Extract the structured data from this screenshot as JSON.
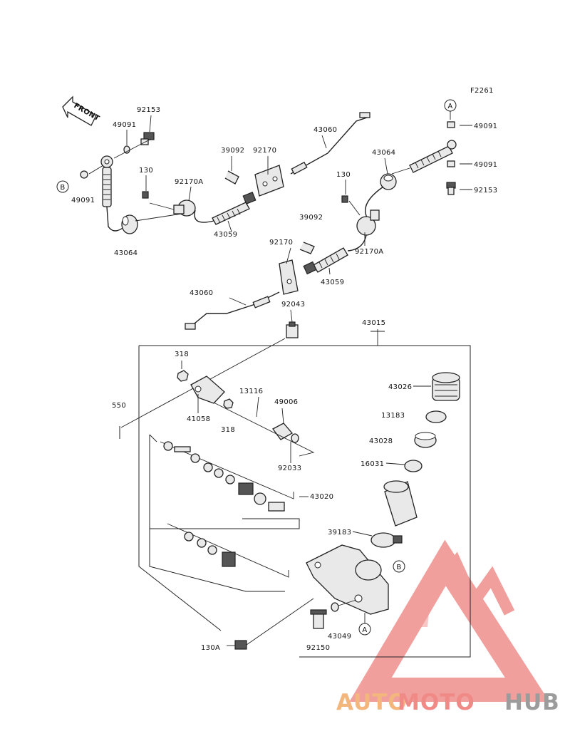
{
  "diagram_code": "F2261",
  "front_label": "FRONT",
  "callouts": {
    "a": "A",
    "b": "B"
  },
  "part_numbers": {
    "p92153_top": "92153",
    "p49091_top": "49091",
    "p49091_left": "49091",
    "p130_left": "130",
    "p92170A_left": "92170A",
    "p39092_top": "39092",
    "p92170_top": "92170",
    "p43060_top": "43060",
    "p43064_right": "43064",
    "p130_right": "130",
    "p49091_r1": "49091",
    "p49091_r2": "49091",
    "p92153_right": "92153",
    "p43059_left": "43059",
    "p43064_left": "43064",
    "p39092_mid": "39092",
    "p92170_mid": "92170",
    "p92170A_right": "92170A",
    "p43059_right": "43059",
    "p43060_bottom": "43060",
    "p92043": "92043",
    "p43015": "43015",
    "p318_a": "318",
    "p13116": "13116",
    "p49006": "49006",
    "p43026": "43026",
    "p550": "550",
    "p41058": "41058",
    "p318_b": "318",
    "p13183": "13183",
    "p43028": "43028",
    "p92033": "92033",
    "p16031": "16031",
    "p43020": "43020",
    "p39183": "39183",
    "p43049": "43049",
    "p92150": "92150",
    "p130A": "130A"
  },
  "watermark": {
    "part1": "AUTO",
    "part2": "MOTO",
    "part3": "HUB"
  },
  "colors": {
    "line": "#222222",
    "watermark_triangle": "#ef8f8c",
    "watermark_orange": "#f3b77e",
    "watermark_red": "#f08a87",
    "watermark_gray": "#9c9c9c"
  }
}
